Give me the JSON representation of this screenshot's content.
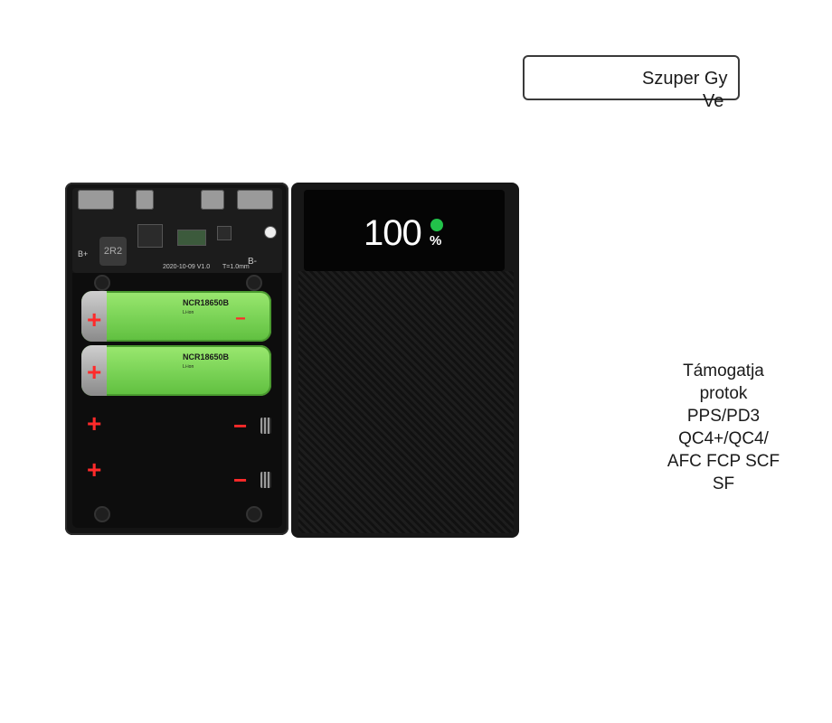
{
  "callout": {
    "line1": "Szuper Gy",
    "line2": "Ve"
  },
  "protocol_text": {
    "lines": [
      "Támogatja",
      "protok",
      "PPS/PD3",
      "QC4+/QC4/",
      "AFC FCP SCF",
      "SF"
    ]
  },
  "display": {
    "percent_value": "100",
    "percent_sign": "%"
  },
  "battery": {
    "model": "NCR18650B",
    "chem": "Li-ion",
    "plus_sign": "+",
    "minus_sign": "−"
  },
  "pcb": {
    "inductor_label": "2R2",
    "date_label": "2020-10-09 V1.0",
    "thickness_label": "T=1.0mm",
    "b_minus_label": "B-",
    "b_plus_label": "B+"
  },
  "colors": {
    "battery_green": "#7fd65a",
    "polarity_red": "#ff2a2a",
    "case_black": "#171717",
    "charge_indicator": "#22c24a"
  }
}
